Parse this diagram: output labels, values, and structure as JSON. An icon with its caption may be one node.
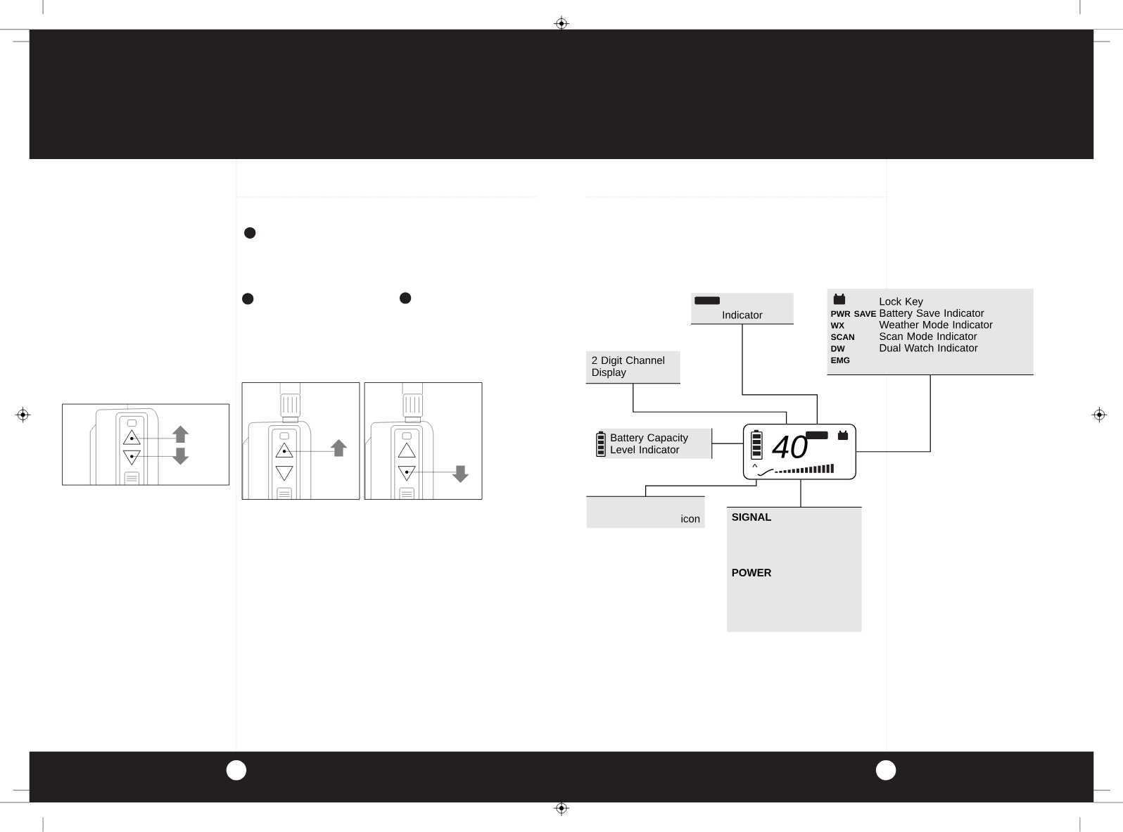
{
  "diagram": {
    "nodes": [
      {
        "text": [
          "40"
        ]
      },
      {
        "text": [
          "Indicator"
        ]
      },
      {
        "text": [
          "2 Digit Channel Display"
        ]
      },
      {
        "text": [
          "Lock Key",
          "PWR SAVE",
          "Battery Save Indicator",
          "WX",
          "Weather Mode Indicator",
          "SCAN",
          "Scan Mode Indicator",
          "DW",
          "Dual Watch Indicator",
          "EMG"
        ]
      },
      {
        "text": [
          "Battery Capacity Level Indicator"
        ]
      },
      {
        "text": [
          "icon"
        ]
      },
      {
        "text": [
          "SIGNAL",
          "POWER"
        ]
      }
    ],
    "edges": [
      {
        "from": 1,
        "to": 0,
        "arrow": "none"
      },
      {
        "from": 2,
        "to": 0,
        "arrow": "none"
      },
      {
        "from": 3,
        "to": 0,
        "arrow": "none"
      },
      {
        "from": 4,
        "to": 0,
        "arrow": "none"
      },
      {
        "from": 5,
        "to": 0,
        "arrow": "none"
      },
      {
        "from": 6,
        "to": 0,
        "arrow": "none"
      }
    ]
  }
}
